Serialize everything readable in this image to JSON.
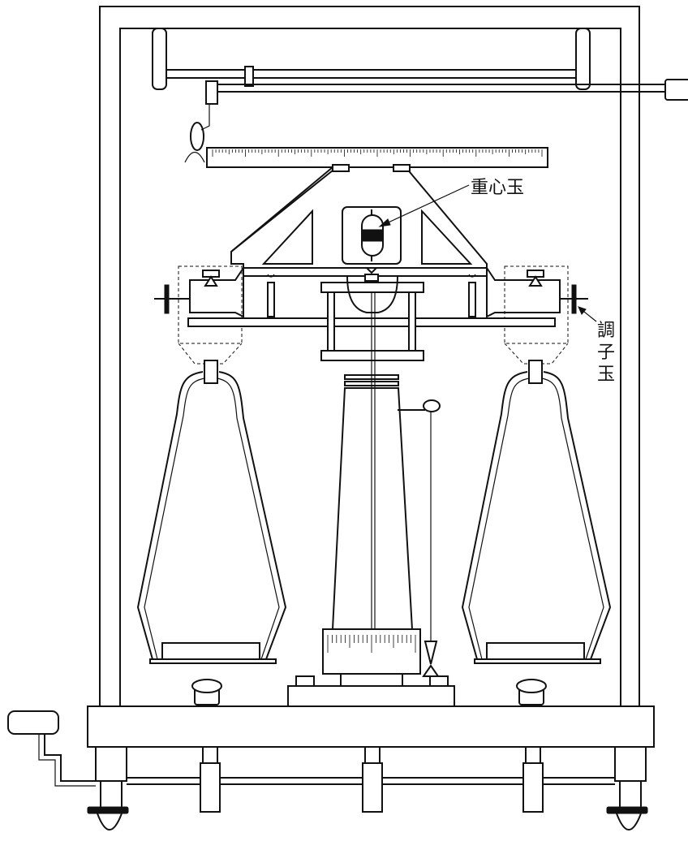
{
  "diagram": {
    "labels": {
      "center_weight": "重心玉",
      "adjust_weight": [
        "調",
        "子",
        "玉"
      ]
    }
  }
}
